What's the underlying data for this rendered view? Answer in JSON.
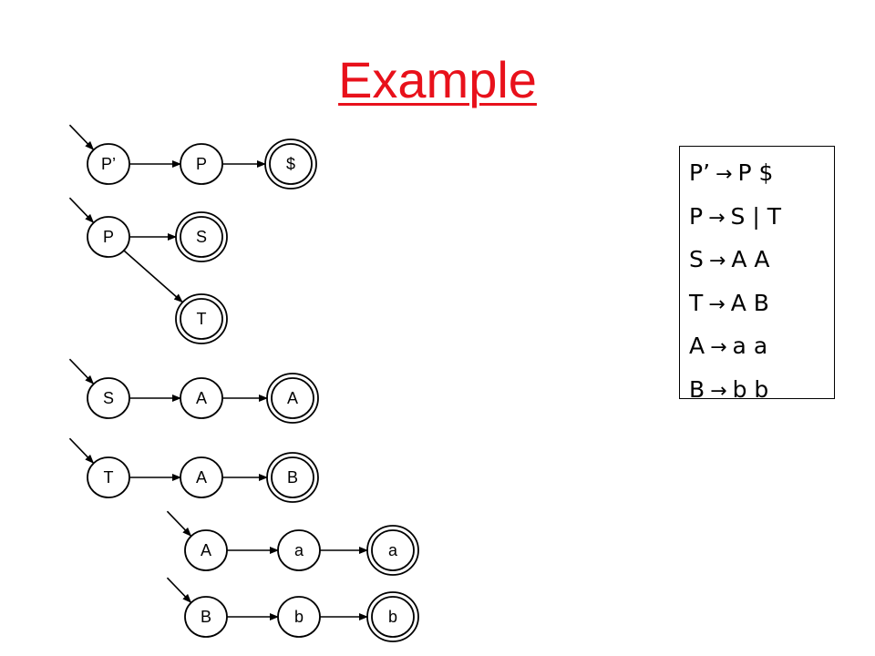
{
  "title": "Example",
  "colors": {
    "title": "#e8111b",
    "stroke": "#000000"
  },
  "automata": [
    {
      "id": "p-prime",
      "states": [
        "P’",
        "P",
        "$"
      ],
      "final": [
        2
      ],
      "start": 0,
      "transitions": [
        [
          0,
          1
        ],
        [
          1,
          2
        ]
      ]
    },
    {
      "id": "p",
      "states": [
        "P",
        "S",
        "T"
      ],
      "final": [
        1,
        2
      ],
      "start": 0,
      "transitions": [
        [
          0,
          1
        ],
        [
          0,
          2
        ]
      ]
    },
    {
      "id": "s",
      "states": [
        "S",
        "A",
        "A"
      ],
      "final": [
        2
      ],
      "start": 0,
      "transitions": [
        [
          0,
          1
        ],
        [
          1,
          2
        ]
      ]
    },
    {
      "id": "t",
      "states": [
        "T",
        "A",
        "B"
      ],
      "final": [
        2
      ],
      "start": 0,
      "transitions": [
        [
          0,
          1
        ],
        [
          1,
          2
        ]
      ]
    },
    {
      "id": "a",
      "states": [
        "A",
        "a",
        "a"
      ],
      "final": [
        2
      ],
      "start": 0,
      "transitions": [
        [
          0,
          1
        ],
        [
          1,
          2
        ]
      ]
    },
    {
      "id": "b",
      "states": [
        "B",
        "b",
        "b"
      ],
      "final": [
        2
      ],
      "start": 0,
      "transitions": [
        [
          0,
          1
        ],
        [
          1,
          2
        ]
      ]
    }
  ],
  "grammar": [
    {
      "lhs": "P’",
      "arrow": "→",
      "rhs": "P $"
    },
    {
      "lhs": "P",
      "arrow": "→",
      "rhs": "S | T"
    },
    {
      "lhs": "S",
      "arrow": "→",
      "rhs": "A A"
    },
    {
      "lhs": "T",
      "arrow": "→",
      "rhs": "A B"
    },
    {
      "lhs": "A",
      "arrow": "→",
      "rhs": "a a"
    },
    {
      "lhs": "B",
      "arrow": "→",
      "rhs": "b b"
    }
  ]
}
